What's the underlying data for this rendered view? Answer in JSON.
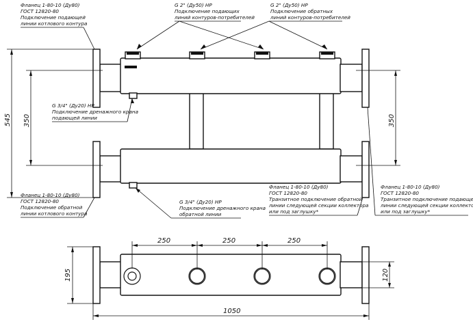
{
  "notes": {
    "flange_supply_left": [
      "Фланец 1-80-10 (Ду80)",
      "ГОСТ 12820-80",
      "Подключение подающей",
      "линии котлового контура"
    ],
    "supply_outlets": [
      "G 2\" (Ду50) НР",
      "Подключение подающих",
      "линий контуров-потребителей"
    ],
    "return_outlets": [
      "G 2\" (Ду50) НР",
      "Подключение обратных",
      "линий контуров-потребителей"
    ],
    "drain_supply": [
      "G 3/4\" (Ду20) НР",
      "Подключение дренажного крана",
      "подающей линии"
    ],
    "flange_return_left": [
      "Фланец 1-80-10 (Ду80)",
      "ГОСТ 12820-80",
      "Подключение обратной",
      "линии котлового контура"
    ],
    "drain_return": [
      "G 3/4\" (Ду20) НР",
      "Подключение дренажного крана",
      "обратной линии"
    ],
    "flange_return_right": [
      "Фланец 1-80-10 (Ду80)",
      "ГОСТ 12820-80",
      "Транзитное подключение обратной",
      "линии следующей секции коллектора",
      "или под заглушку*"
    ],
    "flange_supply_right": [
      "Фланец 1-80-10 (Ду80)",
      "ГОСТ 12820-80",
      "Транзитное подключение подающей",
      "линии следующей секции коллектора",
      "или под заглушку*"
    ]
  },
  "dimensions": {
    "total_height": "545",
    "header_spacing_left": "350",
    "header_spacing_right": "350",
    "outlet_pitch_1": "250",
    "outlet_pitch_2": "250",
    "outlet_pitch_3": "250",
    "overall_length": "1050",
    "flange_height": "195",
    "body_height": "120"
  }
}
